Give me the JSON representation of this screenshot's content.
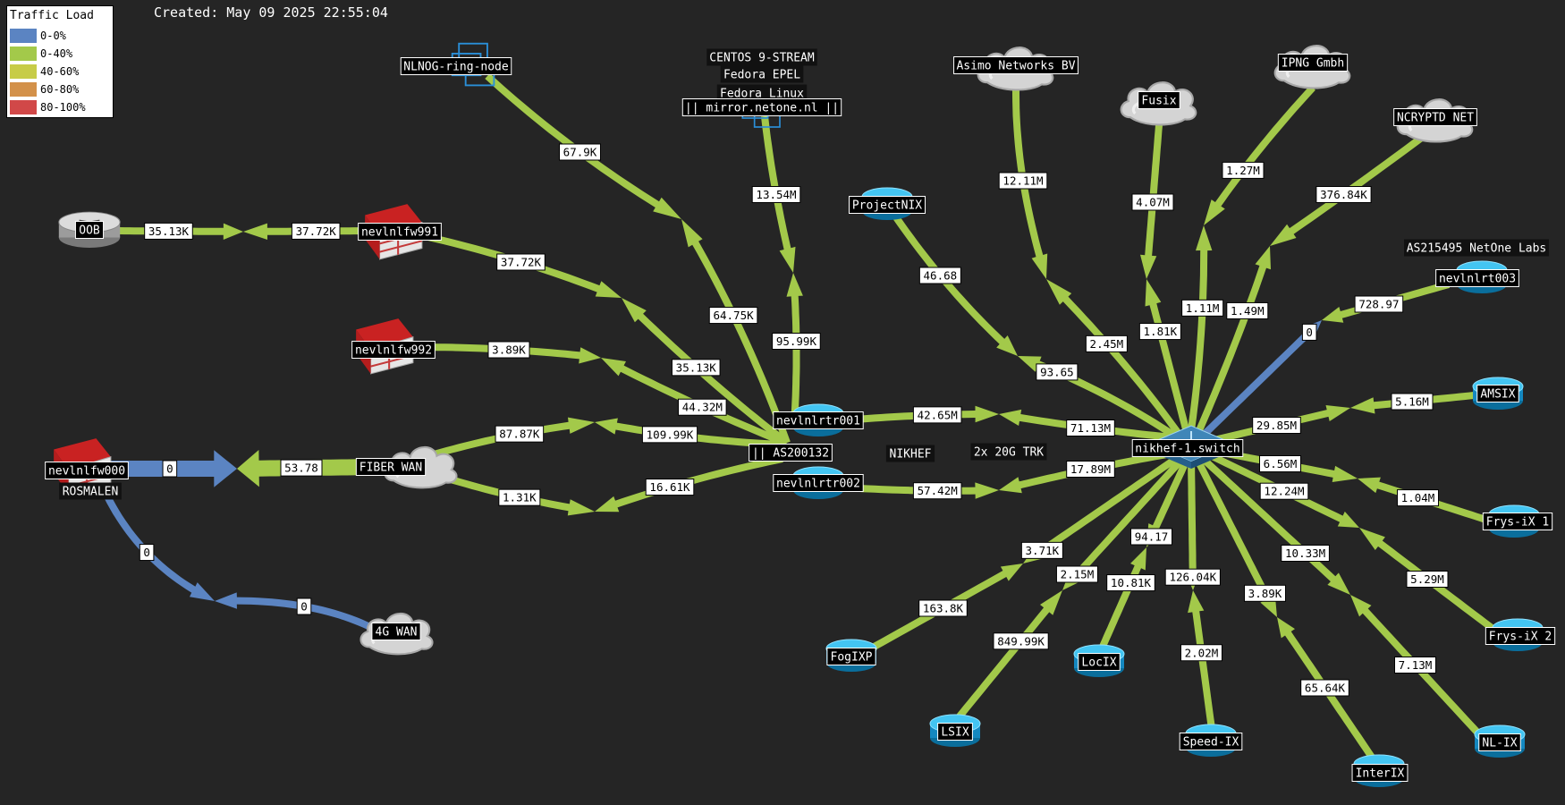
{
  "created": "Created: May 09 2025 22:55:04",
  "legend": {
    "title": "Traffic Load",
    "items": [
      {
        "label": "0-0%",
        "color": "#5b84c2"
      },
      {
        "label": "0-40%",
        "color": "#a3c94a"
      },
      {
        "label": "40-60%",
        "color": "#c7cc47"
      },
      {
        "label": "60-80%",
        "color": "#d3914a"
      },
      {
        "label": "80-100%",
        "color": "#d14848"
      }
    ]
  },
  "colors": {
    "green": "#a3c94a",
    "blue": "#5b84c2",
    "background": "#252525"
  },
  "nodes": [
    {
      "id": "oob",
      "label": "OOB",
      "icon": "router-icon"
    },
    {
      "id": "fw991",
      "label": "nevlnlfw991",
      "icon": "firewall-icon"
    },
    {
      "id": "fw992",
      "label": "nevlnlfw992",
      "icon": "firewall-icon"
    },
    {
      "id": "fw000",
      "label": "nevlnlfw000",
      "icon": "firewall-icon"
    },
    {
      "id": "rosmalen",
      "label": "ROSMALEN",
      "icon": ""
    },
    {
      "id": "fiberwan",
      "label": "FIBER WAN",
      "icon": "cloud-icon"
    },
    {
      "id": "4gwan",
      "label": "4G WAN",
      "icon": "cloud-icon"
    },
    {
      "id": "nlnog",
      "label": "NLNOG-ring-node",
      "icon": "server-icon"
    },
    {
      "id": "centos",
      "label": "CENTOS 9-STREAM",
      "icon": ""
    },
    {
      "id": "epel",
      "label": "Fedora EPEL",
      "icon": ""
    },
    {
      "id": "fedora",
      "label": "Fedora Linux",
      "icon": ""
    },
    {
      "id": "mirror",
      "label": "|| mirror.netone.nl ||",
      "icon": "server-icon"
    },
    {
      "id": "projectnix",
      "label": "ProjectNIX",
      "icon": "switch-icon"
    },
    {
      "id": "rtr001",
      "label": "nevlnlrtr001",
      "icon": "switch-icon"
    },
    {
      "id": "as200132",
      "label": "|| AS200132",
      "icon": ""
    },
    {
      "id": "rtr002",
      "label": "nevlnlrtr002",
      "icon": "switch-icon"
    },
    {
      "id": "nikhef",
      "label": "NIKHEF",
      "icon": ""
    },
    {
      "id": "trk",
      "label": "2x 20G TRK",
      "icon": ""
    },
    {
      "id": "switch",
      "label": "nikhef-1.switch",
      "icon": "core-switch-icon"
    },
    {
      "id": "asimo",
      "label": "Asimo Networks BV",
      "icon": "cloud-icon"
    },
    {
      "id": "fusix",
      "label": "Fusix",
      "icon": "cloud-icon"
    },
    {
      "id": "ipng",
      "label": "IPNG Gmbh",
      "icon": "cloud-icon"
    },
    {
      "id": "ncryptd",
      "label": "NCRYPTD NET",
      "icon": "cloud-icon"
    },
    {
      "id": "labs",
      "label": "AS215495 NetOne Labs",
      "icon": ""
    },
    {
      "id": "rtr003",
      "label": "nevlnlrt003",
      "icon": "switch-icon"
    },
    {
      "id": "amsix",
      "label": "AMSIX",
      "icon": "switch-icon"
    },
    {
      "id": "frys1",
      "label": "Frys-iX 1",
      "icon": "switch-icon"
    },
    {
      "id": "frys2",
      "label": "Frys-iX 2",
      "icon": "switch-icon"
    },
    {
      "id": "nlix",
      "label": "NL-IX",
      "icon": "switch-icon"
    },
    {
      "id": "interix",
      "label": "InterIX",
      "icon": "switch-icon"
    },
    {
      "id": "speedix",
      "label": "Speed-IX",
      "icon": "switch-icon"
    },
    {
      "id": "locix",
      "label": "LocIX",
      "icon": "switch-icon"
    },
    {
      "id": "lsix",
      "label": "LSIX",
      "icon": "switch-icon"
    },
    {
      "id": "fogixp",
      "label": "FogIXP",
      "icon": "switch-icon"
    }
  ],
  "links": [
    {
      "id": "oob-fw991",
      "a": "35.13K",
      "b": "37.72K",
      "color": "green"
    },
    {
      "id": "fw991-as",
      "a": "37.72K",
      "b": "35.13K",
      "color": "green"
    },
    {
      "id": "fw992-as",
      "a": "3.89K",
      "b": "44.32M",
      "color": "green"
    },
    {
      "id": "nlnog-as",
      "a": "67.9K",
      "b": "64.75K",
      "color": "green"
    },
    {
      "id": "mirror-as",
      "a": "13.54M",
      "b": "95.99K",
      "color": "green"
    },
    {
      "id": "fiber-as-top",
      "a": "87.87K",
      "b": "109.99K",
      "color": "green"
    },
    {
      "id": "fiber-as-bot",
      "a": "1.31K",
      "b": "16.61K",
      "color": "green"
    },
    {
      "id": "fw000-fiber",
      "a": "0",
      "b": "53.78",
      "color": "mixed"
    },
    {
      "id": "fw000-4g",
      "a": "0",
      "b": "0",
      "color": "blue"
    },
    {
      "id": "rtr001-switch",
      "a": "42.65M",
      "b": "71.13M",
      "color": "green"
    },
    {
      "id": "rtr002-switch",
      "a": "57.42M",
      "b": "17.89M",
      "color": "green"
    },
    {
      "id": "projectnix-switch",
      "a": "46.68",
      "b": "93.65",
      "color": "green"
    },
    {
      "id": "asimo-switch",
      "a": "12.11M",
      "b": "2.45M",
      "color": "green"
    },
    {
      "id": "fusix-switch",
      "a": "4.07M",
      "b": "1.81K",
      "color": "green"
    },
    {
      "id": "ipng-switch",
      "a": "1.27M",
      "b": "1.11M",
      "color": "green"
    },
    {
      "id": "ncryptd-switch",
      "a": "376.84K",
      "b": "1.49M",
      "color": "green"
    },
    {
      "id": "rtr003-switch",
      "a": "728.97",
      "b": "0",
      "color": "mixed"
    },
    {
      "id": "amsix-switch",
      "a": "5.16M",
      "b": "29.85M",
      "color": "green"
    },
    {
      "id": "frys1-switch",
      "a": "1.04M",
      "b": "6.56M",
      "color": "green"
    },
    {
      "id": "frys2-switch",
      "a": "5.29M",
      "b": "12.24M",
      "color": "green"
    },
    {
      "id": "nlix-switch",
      "a": "7.13M",
      "b": "10.33M",
      "color": "green"
    },
    {
      "id": "interix-switch",
      "a": "65.64K",
      "b": "3.89K",
      "color": "green"
    },
    {
      "id": "speedix-switch",
      "a": "2.02M",
      "b": "126.04K",
      "color": "green"
    },
    {
      "id": "locix-switch",
      "a": "10.81K",
      "b": "94.17",
      "color": "green"
    },
    {
      "id": "lsix-switch",
      "a": "849.99K",
      "b": "2.15M",
      "color": "green"
    },
    {
      "id": "fogixp-switch",
      "a": "163.8K",
      "b": "3.71K",
      "color": "green"
    }
  ]
}
